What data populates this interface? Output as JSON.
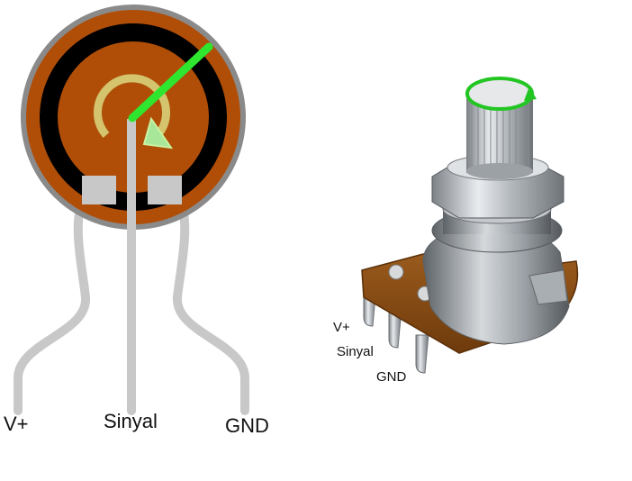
{
  "schematic": {
    "pin_labels": [
      "V+",
      "Sinyal",
      "GND"
    ],
    "colors": {
      "rim": "#8a8a8a",
      "body": "#b04e08",
      "track": "#000000",
      "pad": "#c8c8c8",
      "lead": "#c8c8c8",
      "wiper": "#2ee62e",
      "rotation_arrow": "#d9d27a"
    },
    "icons": [
      "rotation-arrow-icon"
    ]
  },
  "photo": {
    "pin_labels": [
      "V+",
      "Sinyal",
      "GND"
    ],
    "colors": {
      "knob_highlight": "#22c522",
      "metal": "#bfc3c7",
      "pcb": "#8a4a12"
    }
  }
}
